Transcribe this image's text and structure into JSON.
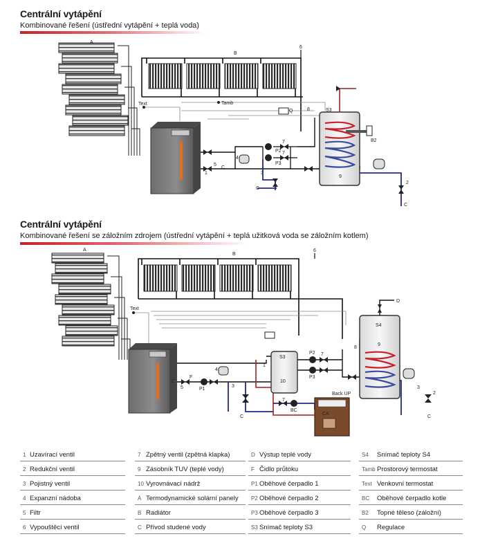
{
  "section1": {
    "title": "Centrální vytápění",
    "subtitle": "Kombinované řešení (ústřední vytápění + teplá voda)"
  },
  "section2": {
    "title": "Centrální vytápění",
    "subtitle": "Kombinované řešení se záložním zdrojem (ústřední vytápění + teplá užitková voda se záložním kotlem)"
  },
  "diagram_labels": {
    "A": "A",
    "B": "B",
    "C": "C",
    "D": "D",
    "Text": "Text",
    "Tamb": "Tamb",
    "S3": "S3",
    "S4": "S4",
    "B2": "B2",
    "P1": "P1",
    "P2": "P2",
    "P3": "P3",
    "BC": "BC",
    "CA": "CA",
    "backup": "Back UP",
    "n9": "9",
    "n10": "10",
    "n1": "1",
    "n2": "2",
    "n3": "3",
    "n4": "4",
    "n5": "5",
    "n6": "6",
    "n7": "7",
    "n8": "8"
  },
  "legend": [
    [
      {
        "key": "1",
        "label": "Uzavírací ventil"
      },
      {
        "key": "2",
        "label": "Redukční ventil"
      },
      {
        "key": "3",
        "label": "Pojistný ventil"
      },
      {
        "key": "4",
        "label": "Expanzní nádoba"
      },
      {
        "key": "5",
        "label": "Filtr"
      },
      {
        "key": "6",
        "label": "Vypouštěcí ventil"
      }
    ],
    [
      {
        "key": "7",
        "label": "Zpětný ventil (zpětná klapka)"
      },
      {
        "key": "9",
        "label": "Zásobník TUV (teplé vody)"
      },
      {
        "key": "10",
        "label": "Vyrovnávací nádrž"
      },
      {
        "key": "A",
        "label": "Termodynamické solární panely"
      },
      {
        "key": "B",
        "label": "Radiátor"
      },
      {
        "key": "C",
        "label": "Přívod studené vody"
      }
    ],
    [
      {
        "key": "D",
        "label": "Výstup teplé vody"
      },
      {
        "key": "F",
        "label": "Čidlo průtoku"
      },
      {
        "key": "P1",
        "label": "Oběhové čerpadlo 1"
      },
      {
        "key": "P2",
        "label": "Oběhové čerpadlo 2"
      },
      {
        "key": "P3",
        "label": "Oběhové čerpadlo 3"
      },
      {
        "key": "S3",
        "label": "Snímač teploty S3"
      }
    ],
    [
      {
        "key": "S4",
        "label": "Snímač teploty S4"
      },
      {
        "key": "Tamb",
        "label": "Prostorový termostat"
      },
      {
        "key": "Text",
        "label": "Venkovní termostat"
      },
      {
        "key": "BC",
        "label": "Oběhové čerpadlo kotle"
      },
      {
        "key": "B2",
        "label": "Topné těleso (záložní)"
      },
      {
        "key": "Q",
        "label": "Regulace"
      }
    ]
  ]
}
